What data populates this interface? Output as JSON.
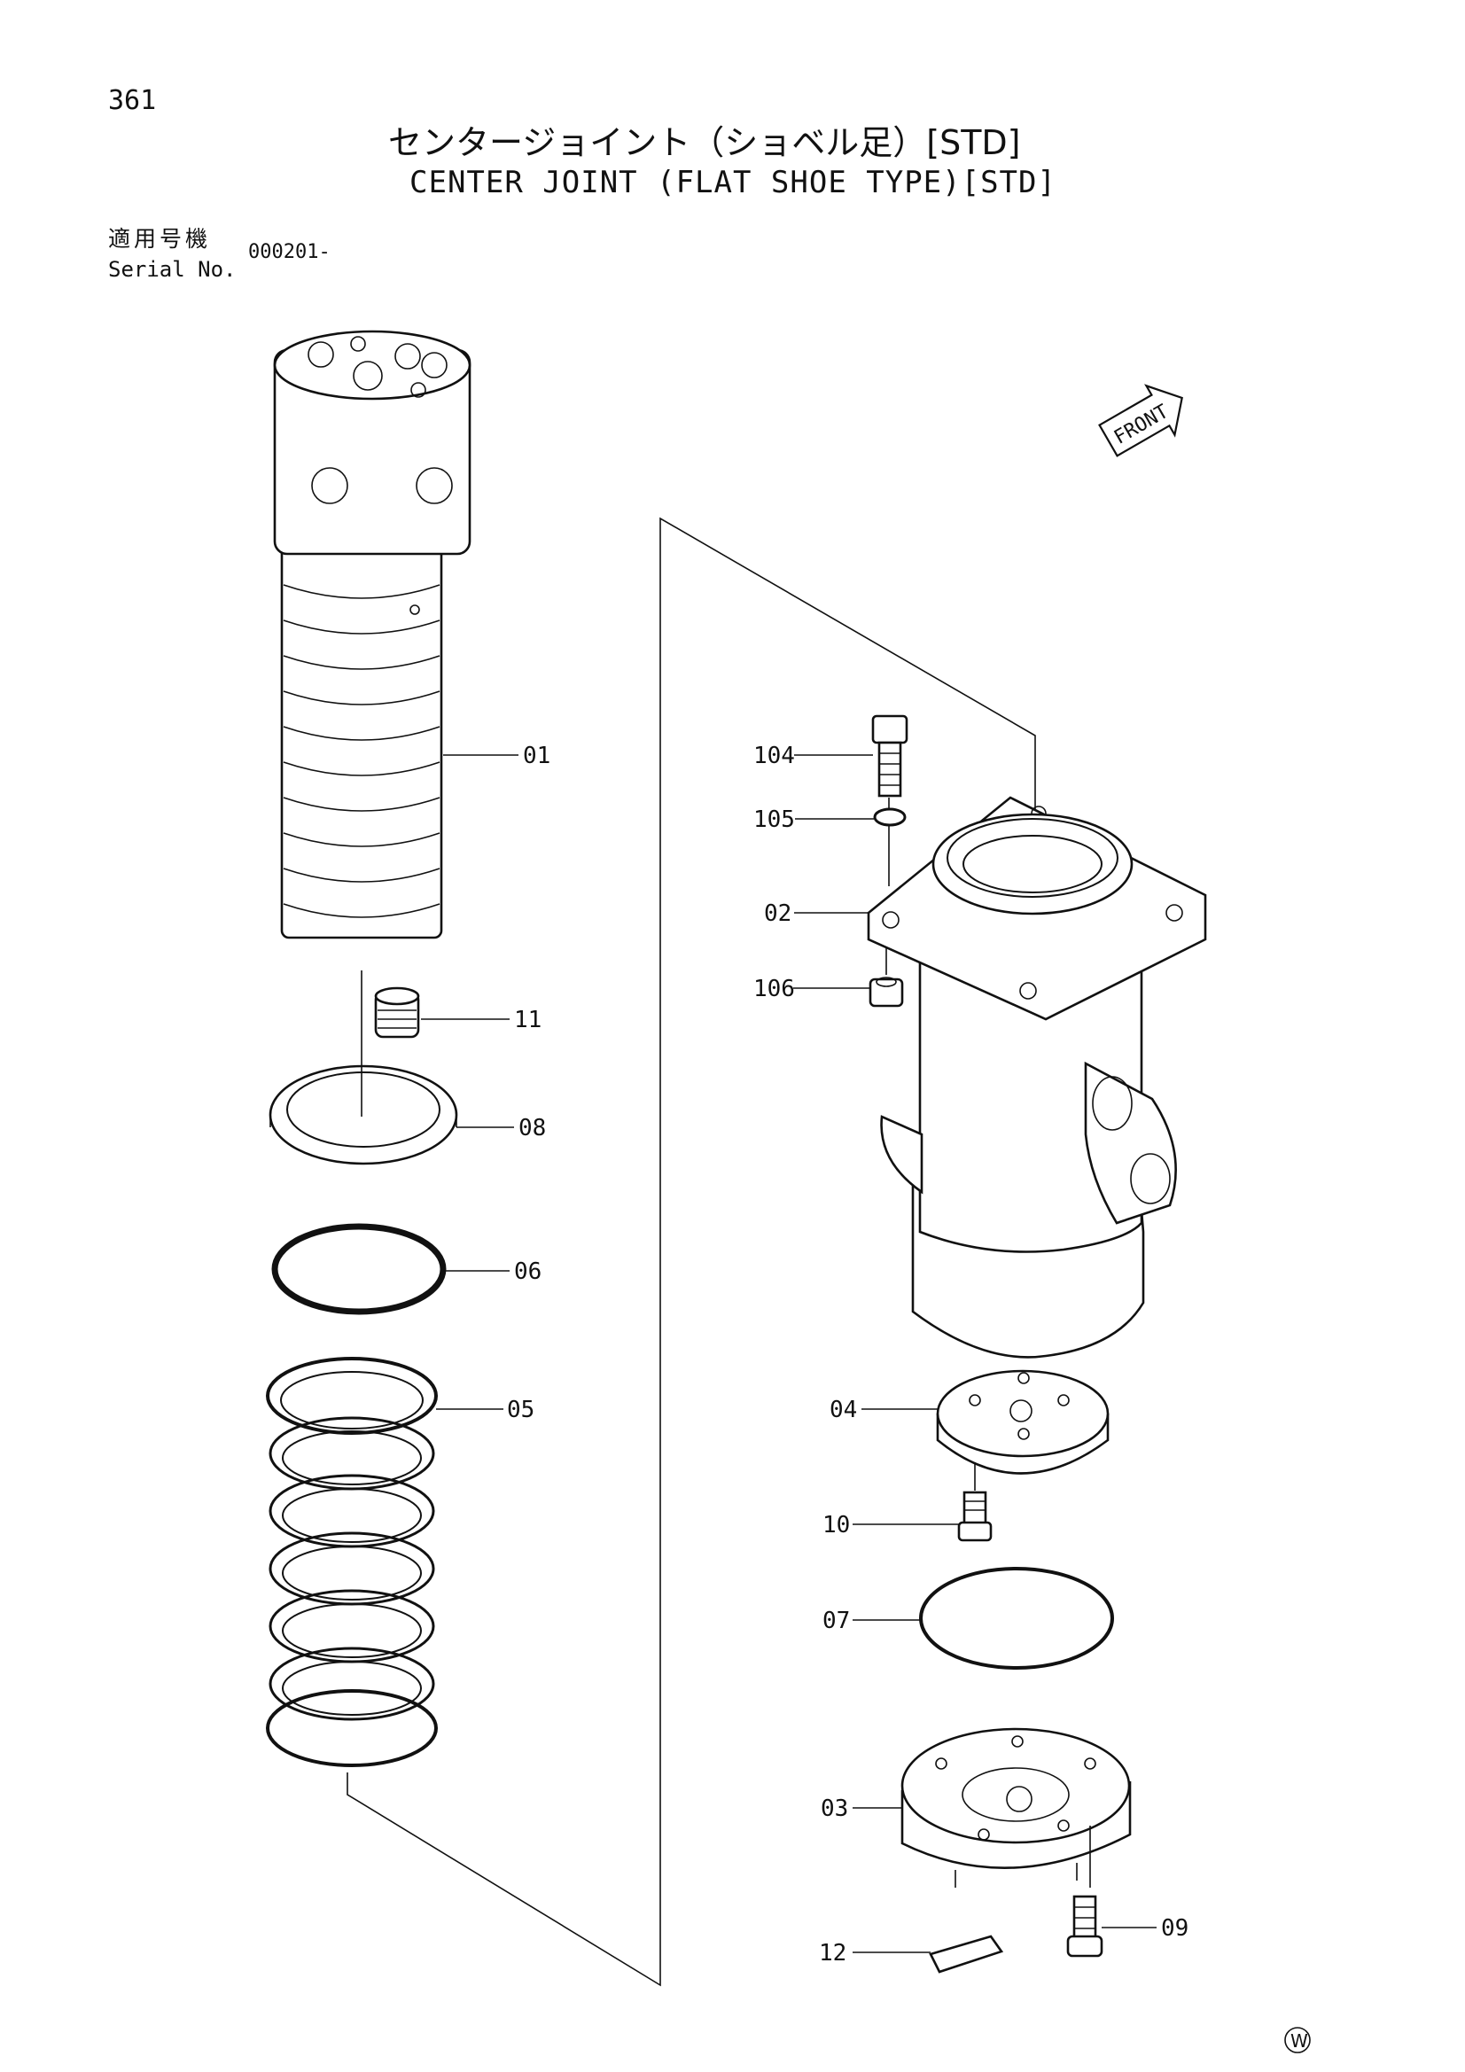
{
  "header": {
    "page_number": "361",
    "title_jp": "センタージョイント（ショベル足）[STD]",
    "title_en": "CENTER JOINT (FLAT SHOE TYPE)[STD]",
    "serial_label_jp": "適用号機",
    "serial_label_en": "Serial No.",
    "serial_value": "000201-"
  },
  "front_marker": "FRONT",
  "callouts": {
    "c01": "01",
    "c11": "11",
    "c08": "08",
    "c06": "06",
    "c05": "05",
    "c104": "104",
    "c105": "105",
    "c02": "02",
    "c106": "106",
    "c04": "04",
    "c10": "10",
    "c07": "07",
    "c03": "03",
    "c09": "09",
    "c12": "12"
  },
  "corner_mark": "W"
}
